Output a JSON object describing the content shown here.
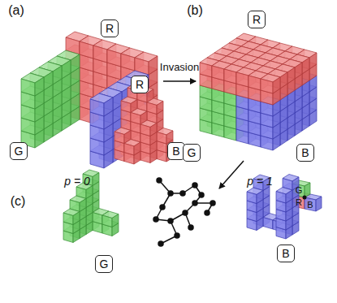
{
  "diagram": {
    "nodes": [
      {
        "text": [
          "R"
        ]
      },
      {
        "text": [
          "R"
        ]
      },
      {
        "text": [
          "G"
        ]
      },
      {
        "text": [
          "B"
        ]
      },
      {
        "text": [
          "G"
        ]
      },
      {
        "text": [
          "B"
        ]
      },
      {
        "text": [
          "R"
        ]
      },
      {
        "text": [
          "G"
        ]
      },
      {
        "text": [
          "B"
        ]
      }
    ],
    "labels": [
      "(a)",
      "(b)",
      "Invasion",
      "p = 0",
      "p = 1",
      "G",
      "R",
      "B",
      "(c)"
    ]
  }
}
